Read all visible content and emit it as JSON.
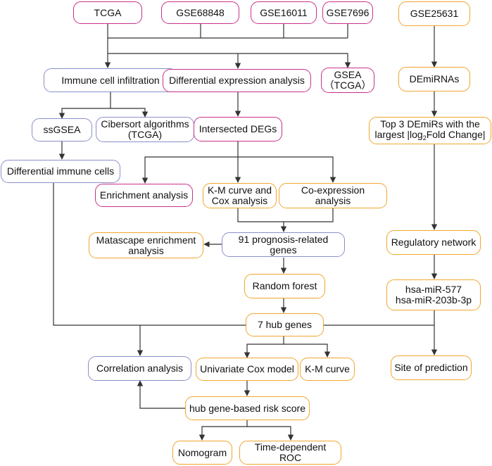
{
  "colors": {
    "magenta": "#c8318a",
    "blue": "#8a8fc8",
    "orange": "#f0a62e",
    "line": "#333333"
  },
  "nodes": {
    "tcga": "TCGA",
    "gse68848": "GSE68848",
    "gse16011": "GSE16011",
    "gse7696": "GSE7696",
    "gse25631": "GSE25631",
    "immune_cell_infiltration": "Immune cell infiltration",
    "differential_expression_analysis": "Differential expression analysis",
    "gsea_tcga": "GSEA\n（TCGA）",
    "demirnas": "DEmiRNAs",
    "ssgsea": "ssGSEA",
    "cibersort": "Cibersort algorithms\n(TCGA)",
    "intersected_degs": "Intersected DEGs",
    "top3_line1": "Top 3 DEmiRs with the",
    "top3_line2_pre": "largest |log",
    "top3_sub": "2",
    "top3_line2_post": "Fold Change|",
    "differential_immune_cells": "Differential immune cells",
    "enrichment_analysis": "Enrichment analysis",
    "km_cox": "K-M curve and\nCox analysis",
    "coexpression": "Co-expression analysis",
    "metascape": "Matascape  enrichment\nanalysis",
    "prognosis_genes": "91 prognosis-related genes",
    "regulatory_network": "Regulatory network",
    "random_forest": "Random forest",
    "hsa_mirs": "hsa-miR-577\nhsa-miR-203b-3p",
    "hub_genes": "7 hub genes",
    "correlation_analysis": "Correlation analysis",
    "univariate_cox": "Univariate Cox model",
    "km_curve": "K-M curve",
    "site_of_prediction": "Site of prediction",
    "risk_score": "hub gene-based risk score",
    "nomogram": "Nomogram",
    "time_dependent_roc": "Time-dependent ROC"
  }
}
